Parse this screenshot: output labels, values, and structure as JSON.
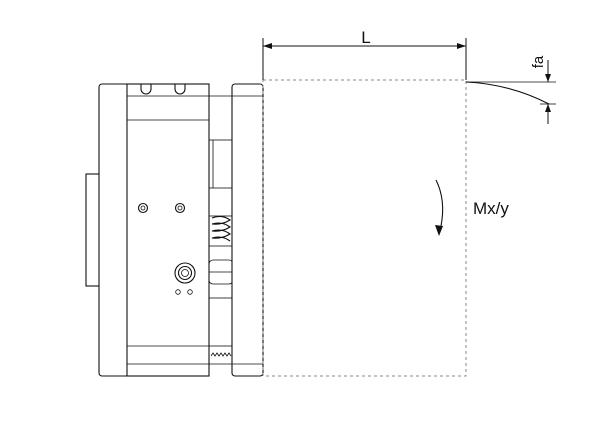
{
  "diagram": {
    "labels": {
      "length": "L",
      "deflection": "fa",
      "moment": "Mx/y"
    },
    "colors": {
      "line": "#111111",
      "dashed": "#8a8a8a",
      "background": "#ffffff"
    }
  }
}
